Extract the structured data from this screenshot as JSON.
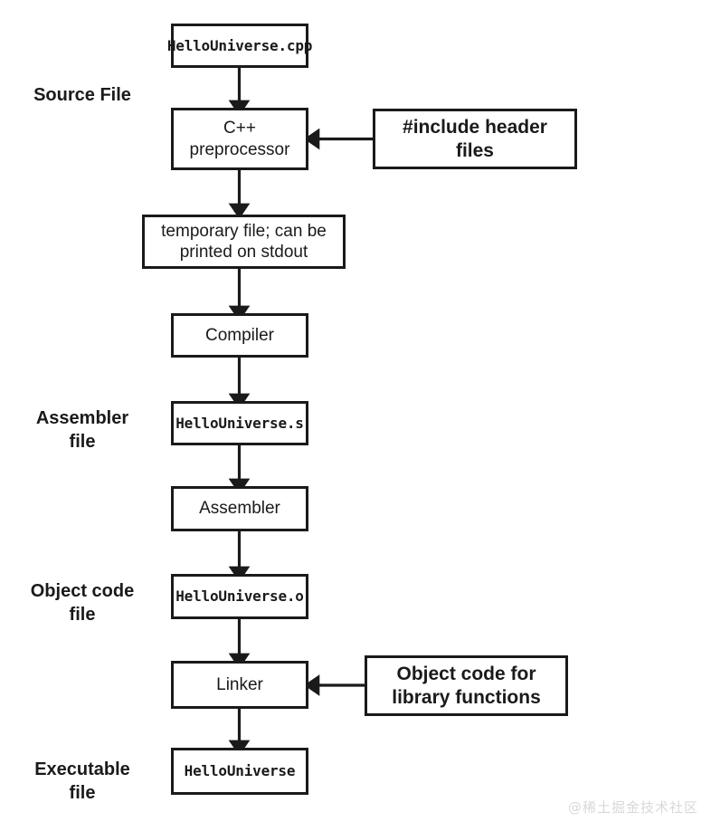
{
  "diagram": {
    "title": "C++ compilation pipeline",
    "colors": {
      "stroke": "#1a1a1a",
      "background": "#ffffff",
      "watermark": "#d8d8d8"
    },
    "stage_labels": [
      {
        "id": "source-file",
        "text": "Source File"
      },
      {
        "id": "assembler-file",
        "text": "Assembler\nfile"
      },
      {
        "id": "object-code-file",
        "text": "Object code\nfile"
      },
      {
        "id": "executable-file",
        "text": "Executable\nfile"
      }
    ],
    "nodes": [
      {
        "id": "hellouniverse-cpp",
        "text": "HelloUniverse.cpp",
        "style": "mono"
      },
      {
        "id": "cpp-preprocessor",
        "text": "C++\npreprocessor",
        "style": "plain"
      },
      {
        "id": "include-header-files",
        "text": "#include header\nfiles",
        "style": "strong"
      },
      {
        "id": "temporary-file",
        "text": "temporary file; can be\nprinted on stdout",
        "style": "plain"
      },
      {
        "id": "compiler",
        "text": "Compiler",
        "style": "plain"
      },
      {
        "id": "hellouniverse-s",
        "text": "HelloUniverse.s",
        "style": "mono"
      },
      {
        "id": "assembler",
        "text": "Assembler",
        "style": "plain"
      },
      {
        "id": "hellouniverse-o",
        "text": "HelloUniverse.o",
        "style": "mono"
      },
      {
        "id": "linker",
        "text": "Linker",
        "style": "plain"
      },
      {
        "id": "object-code-library",
        "text": "Object code for\nlibrary functions",
        "style": "strong"
      },
      {
        "id": "hellouniverse-exe",
        "text": "HelloUniverse",
        "style": "mono"
      }
    ],
    "edges": [
      {
        "from": "hellouniverse-cpp",
        "to": "cpp-preprocessor",
        "direction": "down"
      },
      {
        "from": "include-header-files",
        "to": "cpp-preprocessor",
        "direction": "left"
      },
      {
        "from": "cpp-preprocessor",
        "to": "temporary-file",
        "direction": "down"
      },
      {
        "from": "temporary-file",
        "to": "compiler",
        "direction": "down"
      },
      {
        "from": "compiler",
        "to": "hellouniverse-s",
        "direction": "down"
      },
      {
        "from": "hellouniverse-s",
        "to": "assembler",
        "direction": "down"
      },
      {
        "from": "assembler",
        "to": "hellouniverse-o",
        "direction": "down"
      },
      {
        "from": "hellouniverse-o",
        "to": "linker",
        "direction": "down"
      },
      {
        "from": "object-code-library",
        "to": "linker",
        "direction": "left"
      },
      {
        "from": "linker",
        "to": "hellouniverse-exe",
        "direction": "down"
      }
    ],
    "watermark": "@稀土掘金技术社区"
  }
}
